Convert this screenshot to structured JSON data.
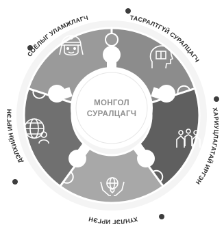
{
  "center": {
    "line1": "МОНГОЛ",
    "line2": "СУРАЛЦАГЧ"
  },
  "segments": [
    {
      "label": "ТАСРАЛТГҮЙ СУРАЛЦАГЧ",
      "icon": "head-book-icon",
      "color": "#8c8c8c"
    },
    {
      "label": "ХАРИУЦЛАГАТАЙ ИРГЭН",
      "icon": "helping-hands-icon",
      "color": "#5f5f5f"
    },
    {
      "label": "ХҮНЛЭГ ИРГЭН",
      "icon": "hands-globe-icon",
      "color": "#a8a8a8"
    },
    {
      "label": "ДЭЛХИЙН ИРГЭН",
      "icon": "globe-person-icon",
      "color": "#707070"
    },
    {
      "label": "СОЁЛЫГ УЛАМЖЛАГЧ",
      "icon": "traditional-person-icon",
      "color": "#9a9a9a"
    }
  ],
  "colors": {
    "ring_outer": "#f4f4f4",
    "center_fill": "#ffffff",
    "center_text": "#8f8f8f",
    "label_text": "#2b2b2b",
    "dot": "#3d3d3d"
  }
}
